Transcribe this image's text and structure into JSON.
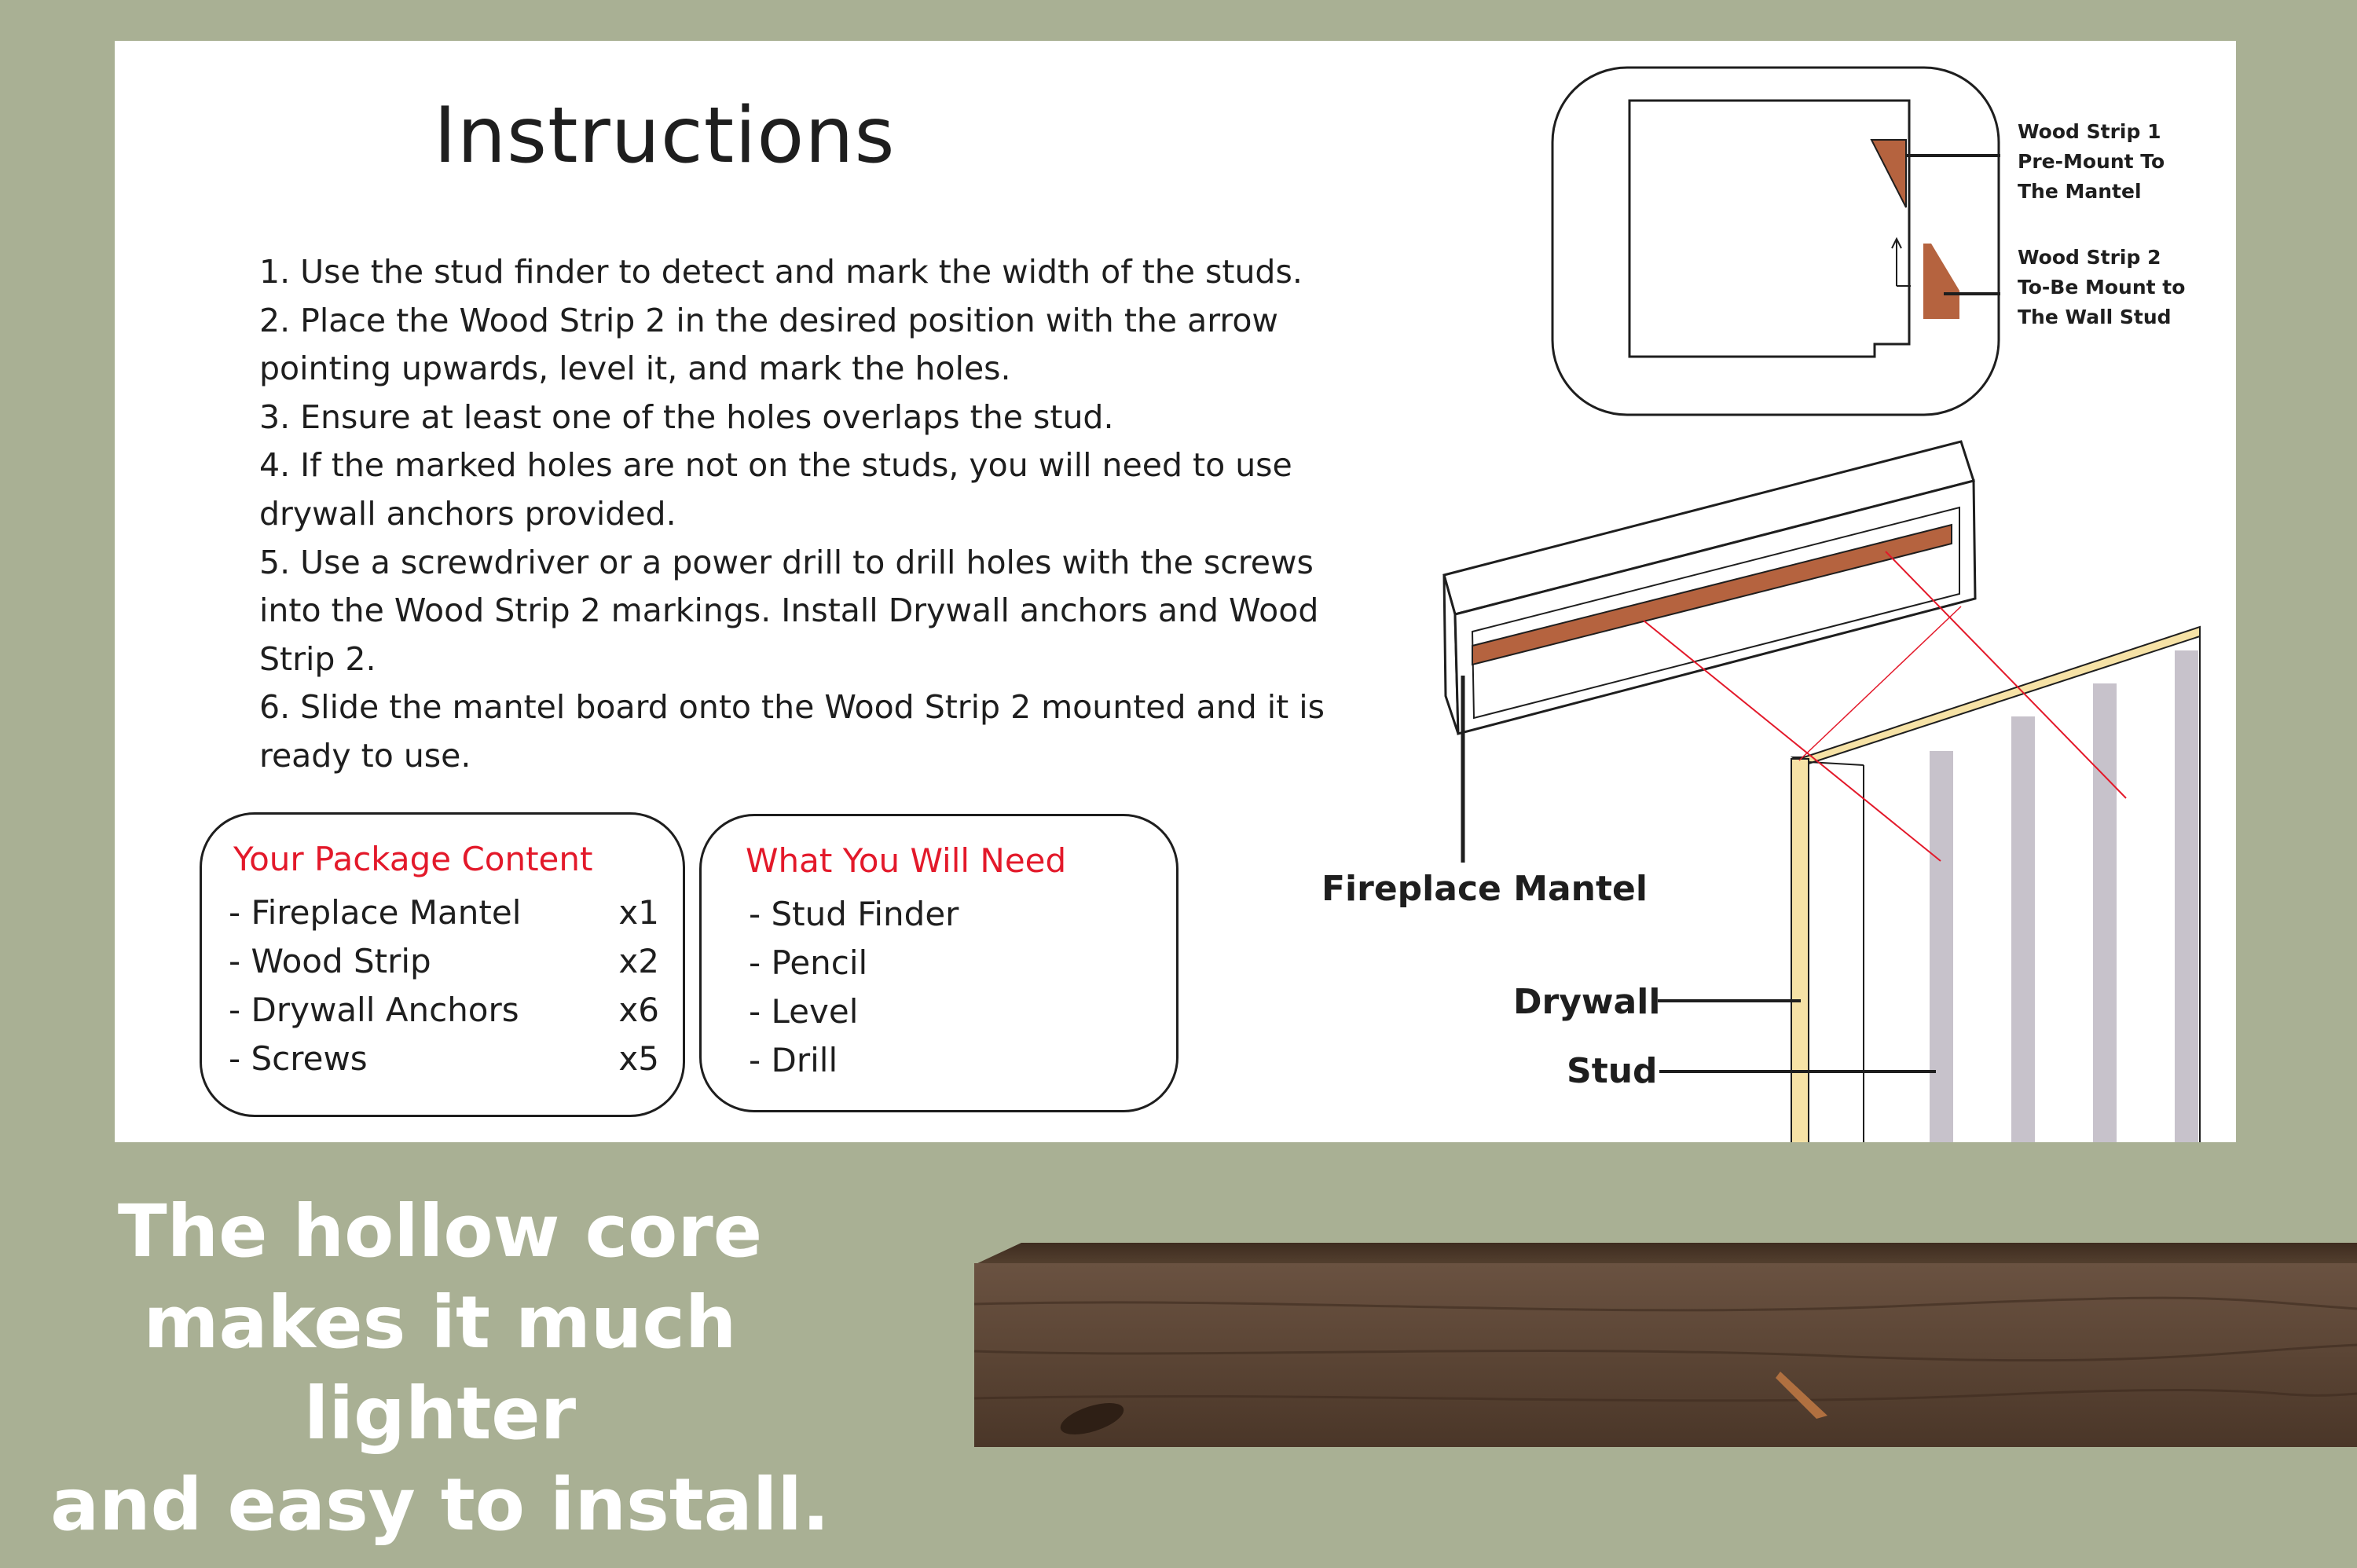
{
  "instructions": {
    "title": "Instructions",
    "steps": [
      "1. Use the stud finder to detect and mark the width of the studs.",
      "2. Place the Wood Strip 2 in the desired position with the arrow",
      "pointing upwards, level it, and mark the holes.",
      "3. Ensure at least one of the holes overlaps the stud.",
      "4. If the marked holes are not on the studs, you will need to use",
      "drywall anchors provided.",
      "5. Use a screwdriver or a power drill to drill holes with the screws",
      "into the Wood Strip 2 markings. Install Drywall anchors and Wood",
      "Strip 2.",
      "6. Slide the mantel board onto the Wood Strip 2 mounted and  it is",
      "ready to use."
    ]
  },
  "package_content": {
    "title": "Your Package Content",
    "items": [
      {
        "name": "- Fireplace Mantel",
        "qty": "x1"
      },
      {
        "name": "- Wood Strip",
        "qty": "x2"
      },
      {
        "name": "- Drywall Anchors",
        "qty": "x6"
      },
      {
        "name": "- Screws",
        "qty": "x5"
      }
    ]
  },
  "what_you_need": {
    "title": "What You Will Need",
    "items": [
      "- Stud Finder",
      "- Pencil",
      "- Level",
      "- Drill"
    ]
  },
  "diagram": {
    "strip1_label": [
      "Wood Strip 1",
      "Pre-Mount To",
      "The Mantel"
    ],
    "strip2_label": [
      "Wood Strip 2",
      "To-Be Mount to",
      "The Wall Stud"
    ],
    "mantel_label": "Fireplace Mantel",
    "drywall_label": "Drywall",
    "stud_label": "Stud"
  },
  "tagline": [
    "The hollow core",
    "makes it much lighter",
    "and easy to install."
  ],
  "colors": {
    "background": "#a9b094",
    "accent_red": "#e3192a",
    "wood_strip": "#b5633f",
    "drywall": "#f6e2a6",
    "stud": "#c7c2cb",
    "board_wood": "#5a4332"
  }
}
